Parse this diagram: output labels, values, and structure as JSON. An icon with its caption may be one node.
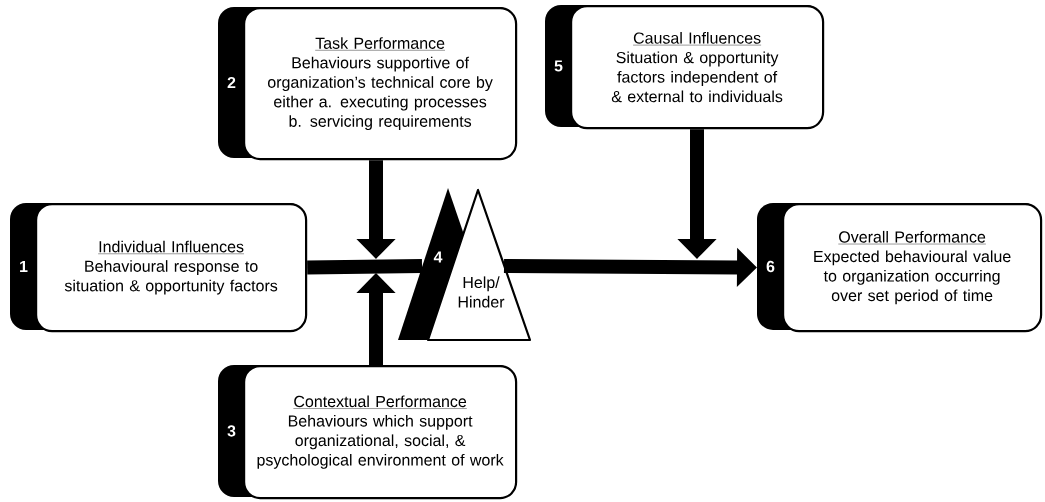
{
  "diagram": {
    "nodes": [
      {
        "text": [
          "1",
          "Individual Influences",
          "Behavioural response to situation & opportunity factors"
        ]
      },
      {
        "text": [
          "2",
          "Task Performance",
          "Behaviours supportive of organization’s technical core by either a. executing processes b. servicing requirements"
        ]
      },
      {
        "text": [
          "3",
          "Contextual Performance",
          "Behaviours which support organizational, social, & psychological environment of work"
        ]
      },
      {
        "text": [
          "4",
          "Help/ Hinder"
        ]
      },
      {
        "text": [
          "5",
          "Causal Influences",
          "Situation & opportunity factors independent of & external to individuals"
        ]
      },
      {
        "text": [
          "6",
          "Overall Performance",
          "Expected behavioural value to organization occurring over set period of time"
        ]
      }
    ],
    "edges": [
      {
        "from": 0,
        "to": 3,
        "arrow": "none"
      },
      {
        "from": 1,
        "to": 3,
        "arrow": "to"
      },
      {
        "from": 2,
        "to": 3,
        "arrow": "to"
      },
      {
        "from": 3,
        "to": 5,
        "arrow": "to"
      },
      {
        "from": 4,
        "to": 5,
        "arrow": "to"
      }
    ]
  }
}
